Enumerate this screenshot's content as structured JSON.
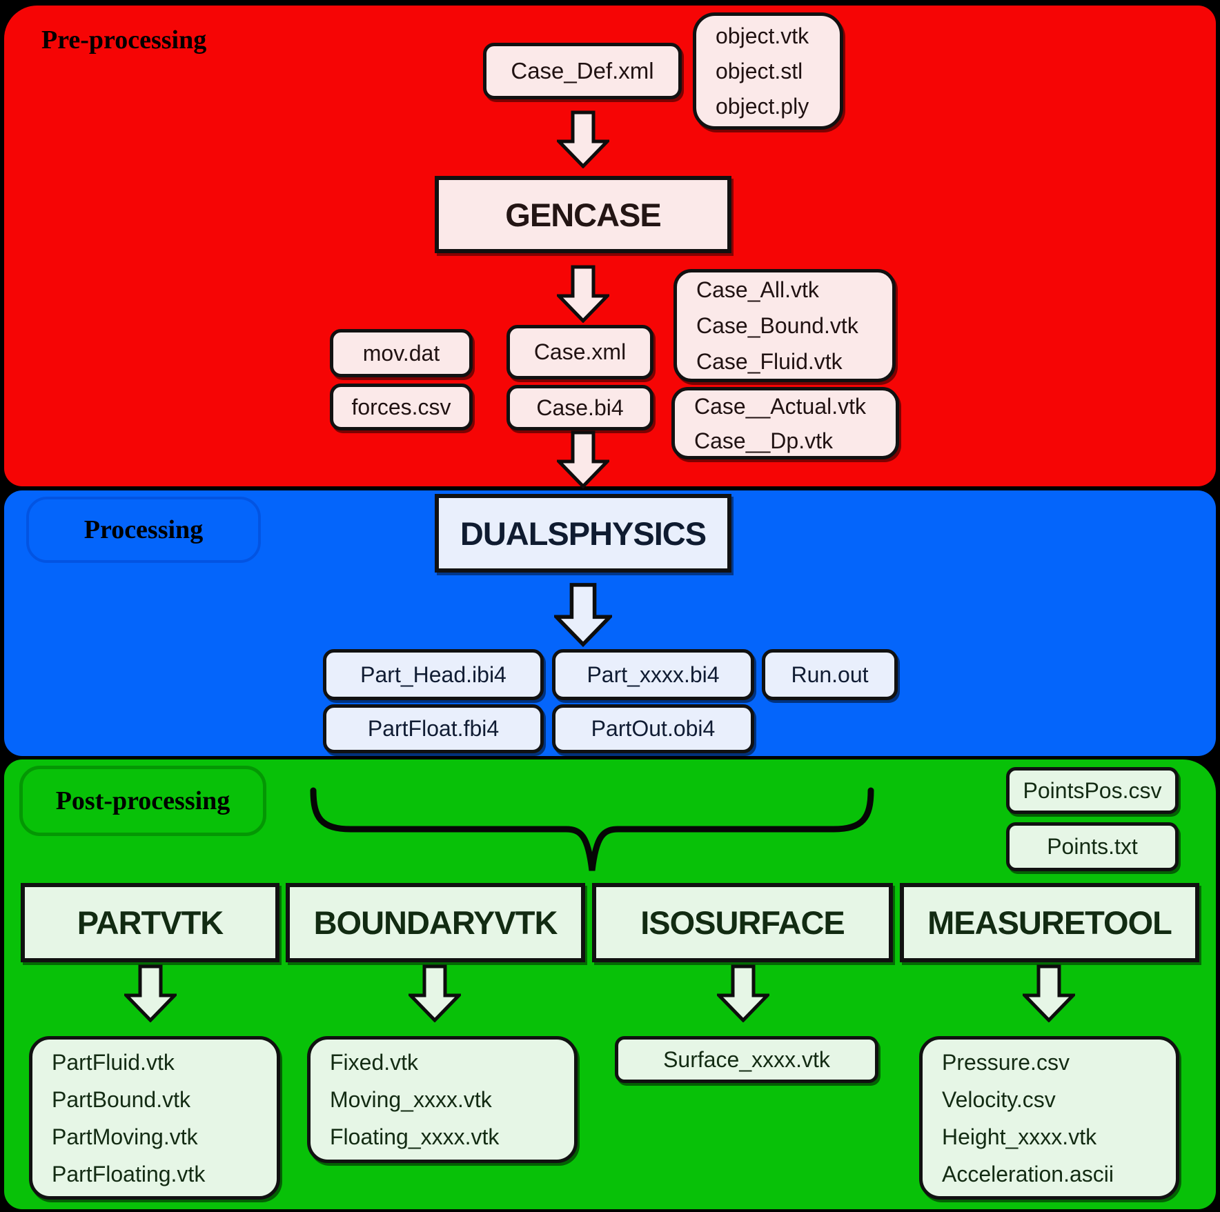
{
  "colors": {
    "red_bg": "#f60505",
    "blue_bg": "#0465fb",
    "green_bg": "#08c108",
    "pink_fill": "#fbe9e9",
    "blue_fill": "#e9effc",
    "green_fill": "#e6f6e6"
  },
  "pre": {
    "label": "Pre-processing",
    "case_def": "Case_Def.xml",
    "object_files": [
      "object.vtk",
      "object.stl",
      "object.ply"
    ],
    "gencase": "GENCASE",
    "mov": "mov.dat",
    "forces": "forces.csv",
    "case_xml": "Case.xml",
    "case_bi4": "Case.bi4",
    "case_group1": [
      "Case_All.vtk",
      "Case_Bound.vtk",
      "Case_Fluid.vtk"
    ],
    "case_group2": [
      "Case__Actual.vtk",
      "Case__Dp.vtk"
    ]
  },
  "proc": {
    "label": "Processing",
    "engine": "DUALSPHYSICS",
    "part_head": "Part_Head.ibi4",
    "part_xxxx": "Part_xxxx.bi4",
    "run_out": "Run.out",
    "partfloat": "PartFloat.fbi4",
    "partout": "PartOut.obi4"
  },
  "post": {
    "label": "Post-processing",
    "pointspos": "PointsPos.csv",
    "points_txt": "Points.txt",
    "tools": [
      "PARTVTK",
      "BOUNDARYVTK",
      "ISOSURFACE",
      "MEASURETOOL"
    ],
    "partvtk_outputs": [
      "PartFluid.vtk",
      "PartBound.vtk",
      "PartMoving.vtk",
      "PartFloating.vtk"
    ],
    "boundaryvtk_outputs": [
      "Fixed.vtk",
      "Moving_xxxx.vtk",
      "Floating_xxxx.vtk"
    ],
    "isosurface_outputs": [
      "Surface_xxxx.vtk"
    ],
    "measuretool_outputs": [
      "Pressure.csv",
      "Velocity.csv",
      "Height_xxxx.vtk",
      "Acceleration.ascii"
    ]
  }
}
